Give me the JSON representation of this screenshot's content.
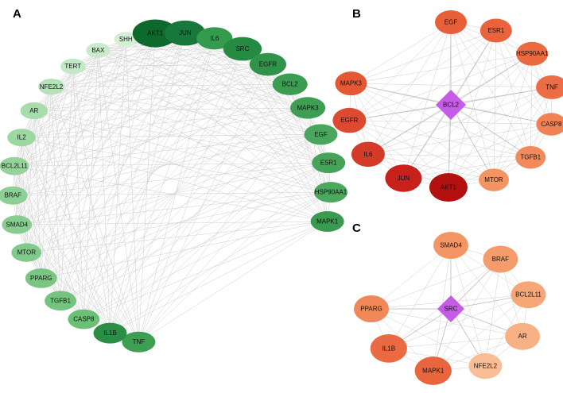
{
  "panels": [
    {
      "id": "A",
      "letter": "A",
      "hub": null,
      "nodes": [
        {
          "label": "TNF",
          "color": "#3e9e52",
          "size": 1.0
        },
        {
          "label": "IL1B",
          "color": "#2c8e46",
          "size": 1.0
        },
        {
          "label": "CASP8",
          "color": "#6bbf76",
          "size": 0.95
        },
        {
          "label": "TGFB1",
          "color": "#74c47f",
          "size": 0.95
        },
        {
          "label": "PPARG",
          "color": "#78c682",
          "size": 0.95
        },
        {
          "label": "MTOR",
          "color": "#80ca89",
          "size": 0.9
        },
        {
          "label": "SMAD4",
          "color": "#86cd8f",
          "size": 0.9
        },
        {
          "label": "BRAF",
          "color": "#8dd095",
          "size": 0.88
        },
        {
          "label": "BCL2L11",
          "color": "#94d49b",
          "size": 0.88
        },
        {
          "label": "IL2",
          "color": "#9dd8a3",
          "size": 0.85
        },
        {
          "label": "AR",
          "color": "#a7dcac",
          "size": 0.82
        },
        {
          "label": "NFE2L2",
          "color": "#b5e2b9",
          "size": 0.78
        },
        {
          "label": "TERT",
          "color": "#c2e8c5",
          "size": 0.75
        },
        {
          "label": "BAX",
          "color": "#c8ebca",
          "size": 0.72
        },
        {
          "label": "SHH",
          "color": "#d3efd4",
          "size": 0.7
        },
        {
          "label": "AKT1",
          "color": "#0e6a2c",
          "size": 1.35
        },
        {
          "label": "JUN",
          "color": "#18773a",
          "size": 1.22
        },
        {
          "label": "IL6",
          "color": "#359a4e",
          "size": 1.08
        },
        {
          "label": "SRC",
          "color": "#258a42",
          "size": 1.15
        },
        {
          "label": "EGFR",
          "color": "#2f9349",
          "size": 1.1
        },
        {
          "label": "BCL2",
          "color": "#3c9c52",
          "size": 1.05
        },
        {
          "label": "MAPK3",
          "color": "#3e9e53",
          "size": 1.05
        },
        {
          "label": "EGF",
          "color": "#4aa65c",
          "size": 1.0
        },
        {
          "label": "ESR1",
          "color": "#46a359",
          "size": 1.0
        },
        {
          "label": "HSP90AA1",
          "color": "#4ca85e",
          "size": 1.0
        },
        {
          "label": "MAPK1",
          "color": "#3a9a50",
          "size": 1.0
        }
      ]
    },
    {
      "id": "B",
      "letter": "B",
      "hub": {
        "label": "BCL2",
        "color": "#c65be6"
      },
      "nodes": [
        {
          "label": "EGF",
          "color": "#e8603a",
          "size": 1.0
        },
        {
          "label": "ESR1",
          "color": "#e9643d",
          "size": 1.0
        },
        {
          "label": "HSP90AA1",
          "color": "#eb6a42",
          "size": 1.0
        },
        {
          "label": "TNF",
          "color": "#ec6c45",
          "size": 1.0
        },
        {
          "label": "CASP8",
          "color": "#f18256",
          "size": 0.95
        },
        {
          "label": "TGFB1",
          "color": "#f28a5c",
          "size": 0.95
        },
        {
          "label": "MTOR",
          "color": "#f49462",
          "size": 0.95
        },
        {
          "label": "AKT1",
          "color": "#b51010",
          "size": 1.2
        },
        {
          "label": "JUN",
          "color": "#c8211b",
          "size": 1.15
        },
        {
          "label": "IL6",
          "color": "#d43a28",
          "size": 1.05
        },
        {
          "label": "EGFR",
          "color": "#de4a2f",
          "size": 1.05
        },
        {
          "label": "MAPK3",
          "color": "#e45834",
          "size": 1.0
        }
      ]
    },
    {
      "id": "C",
      "letter": "C",
      "hub": {
        "label": "SRC",
        "color": "#c65be6"
      },
      "nodes": [
        {
          "label": "SMAD4",
          "color": "#f49566",
          "size": 1.0
        },
        {
          "label": "BRAF",
          "color": "#f59c6c",
          "size": 1.0
        },
        {
          "label": "BCL2L11",
          "color": "#f7a677",
          "size": 1.0
        },
        {
          "label": "AR",
          "color": "#f8b185",
          "size": 1.0
        },
        {
          "label": "NFE2L2",
          "color": "#fabd95",
          "size": 0.95
        },
        {
          "label": "MAPK1",
          "color": "#e8653e",
          "size": 1.05
        },
        {
          "label": "IL1B",
          "color": "#ea6b43",
          "size": 1.05
        },
        {
          "label": "PPARG",
          "color": "#f08859",
          "size": 1.0
        }
      ]
    }
  ]
}
